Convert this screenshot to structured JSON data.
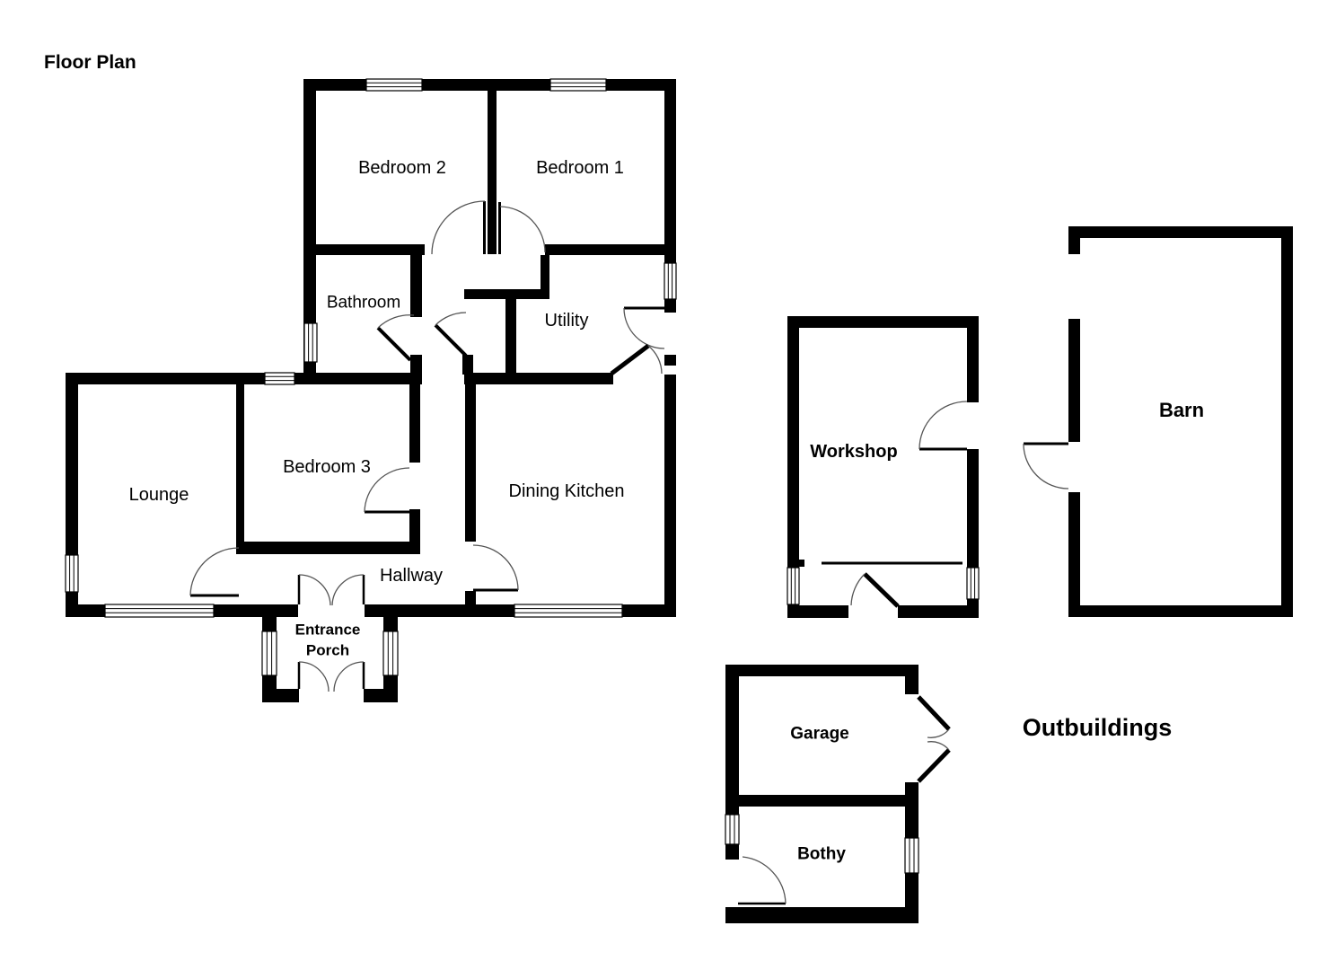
{
  "page_title": "Floor Plan",
  "section_title": "Outbuildings",
  "rooms": {
    "bedroom2": "Bedroom 2",
    "bedroom1": "Bedroom 1",
    "bathroom": "Bathroom",
    "utility": "Utility",
    "lounge": "Lounge",
    "bedroom3": "Bedroom 3",
    "dining_kitchen": "Dining Kitchen",
    "hallway": "Hallway",
    "porch_line1": "Entrance",
    "porch_line2": "Porch"
  },
  "outbuildings": {
    "workshop": "Workshop",
    "barn": "Barn",
    "garage": "Garage",
    "bothy": "Bothy"
  },
  "colors": {
    "wall": "#000000",
    "background": "#ffffff",
    "text": "#000000"
  }
}
